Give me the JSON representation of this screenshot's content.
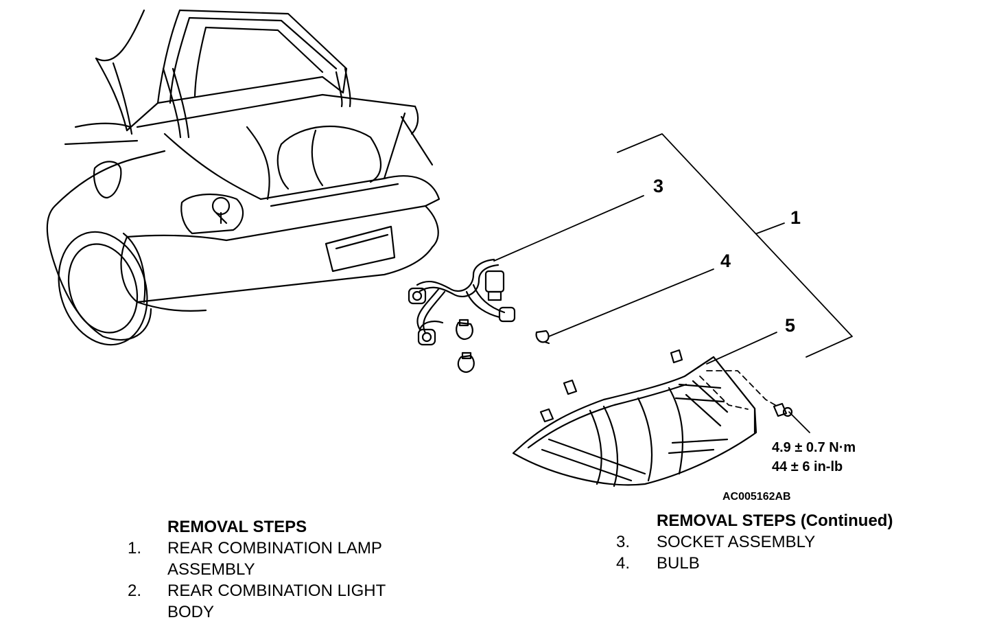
{
  "diagram": {
    "callouts": [
      "1",
      "3",
      "4",
      "5"
    ],
    "torque": {
      "metric": "4.9 ± 0.7 N·m",
      "imperial": "44 ± 6 in-lb"
    },
    "figure_id": "AC005162AB"
  },
  "removal_steps": {
    "heading": "REMOVAL STEPS",
    "steps": [
      {
        "num": "1.",
        "lines": [
          "REAR COMBINATION LAMP",
          "ASSEMBLY"
        ]
      },
      {
        "num": "2.",
        "lines": [
          "REAR COMBINATION LIGHT",
          "BODY"
        ]
      }
    ]
  },
  "removal_steps_continued": {
    "heading": "REMOVAL STEPS (Continued)",
    "steps": [
      {
        "num": "3.",
        "lines": [
          "SOCKET ASSEMBLY"
        ]
      },
      {
        "num": "4.",
        "lines": [
          "BULB"
        ]
      }
    ]
  }
}
